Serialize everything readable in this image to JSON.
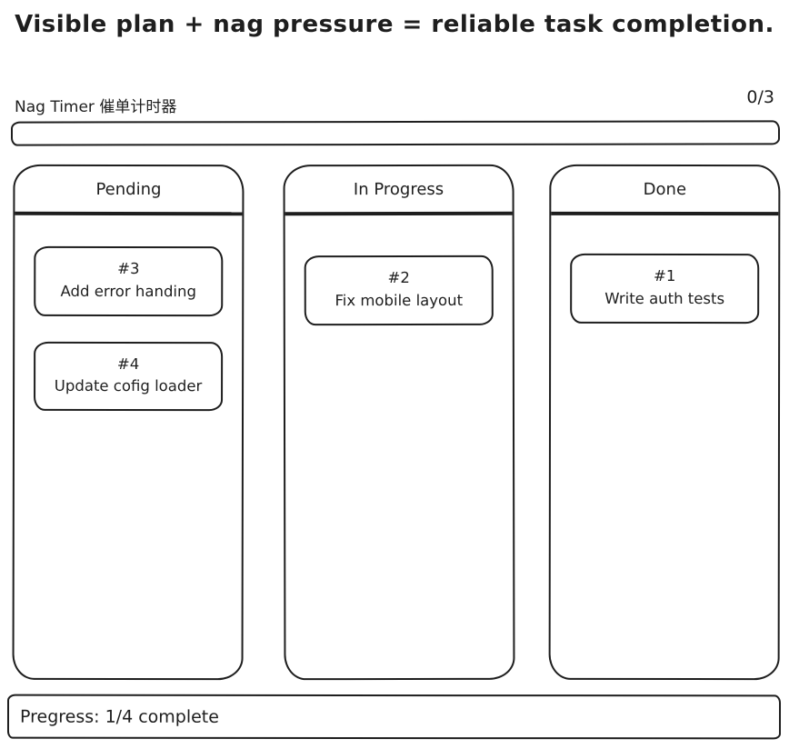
{
  "title": "Visible plan + nag pressure = reliable task completion.",
  "nag_timer": {
    "label": "Nag Timer 催单计时器",
    "counter": "0/3"
  },
  "board": {
    "columns": [
      {
        "name": "Pending",
        "cards": [
          {
            "id": "#3",
            "text": "Add error handing"
          },
          {
            "id": "#4",
            "text": "Update cofig loader"
          }
        ]
      },
      {
        "name": "In Progress",
        "cards": [
          {
            "id": "#2",
            "text": "Fix mobile layout"
          }
        ]
      },
      {
        "name": "Done",
        "cards": [
          {
            "id": "#1",
            "text": "Write auth tests"
          }
        ]
      }
    ]
  },
  "progress": {
    "label": "Pregress: 1/4 complete"
  },
  "colors": {
    "stroke": "#1e1e1e",
    "background": "#ffffff"
  }
}
